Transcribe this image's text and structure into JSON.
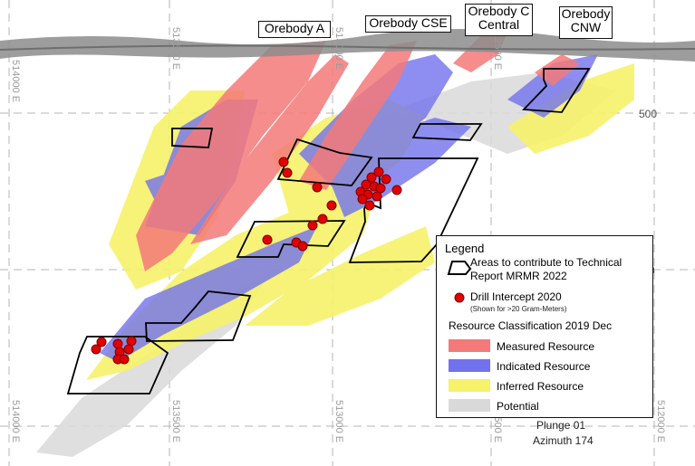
{
  "orebody_labels": {
    "a": "Orebody A",
    "cse": "Orebody CSE",
    "c_central_1": "Orebody C",
    "c_central_2": "Central",
    "cnw_1": "Orebody",
    "cnw_2": "CNW"
  },
  "grid_labels": {
    "e1": "514000 E",
    "e2": "513500 E",
    "e3": "513000 E",
    "e4": "512500 E",
    "b1": "514000 E",
    "b2": "513500 E",
    "b3": "513000 E",
    "b4": "512500 E",
    "b5": "512000 E"
  },
  "elevation_labels": {
    "l500": "500",
    "l0": "0"
  },
  "legend": {
    "title": "Legend",
    "area_line1": "Areas to contribute to Technical",
    "area_line2": "Report MRMR 2022",
    "drill_label": "Drill Intercept 2020",
    "drill_note": "(Shown for >20 Gram-Meters)",
    "classification_title": "Resource Classification 2019 Dec",
    "measured": "Measured Resource",
    "indicated": "Indicated Resource",
    "inferred": "Inferred Resource",
    "potential": "Potential"
  },
  "view": {
    "plunge": "Plunge 01",
    "azimuth": "Azimuth 174"
  },
  "colors": {
    "measured": "#f47a7a",
    "indicated": "#7272ee",
    "inferred": "#f6f26a",
    "potential": "#d9d9d9",
    "drill": "#e00000"
  }
}
